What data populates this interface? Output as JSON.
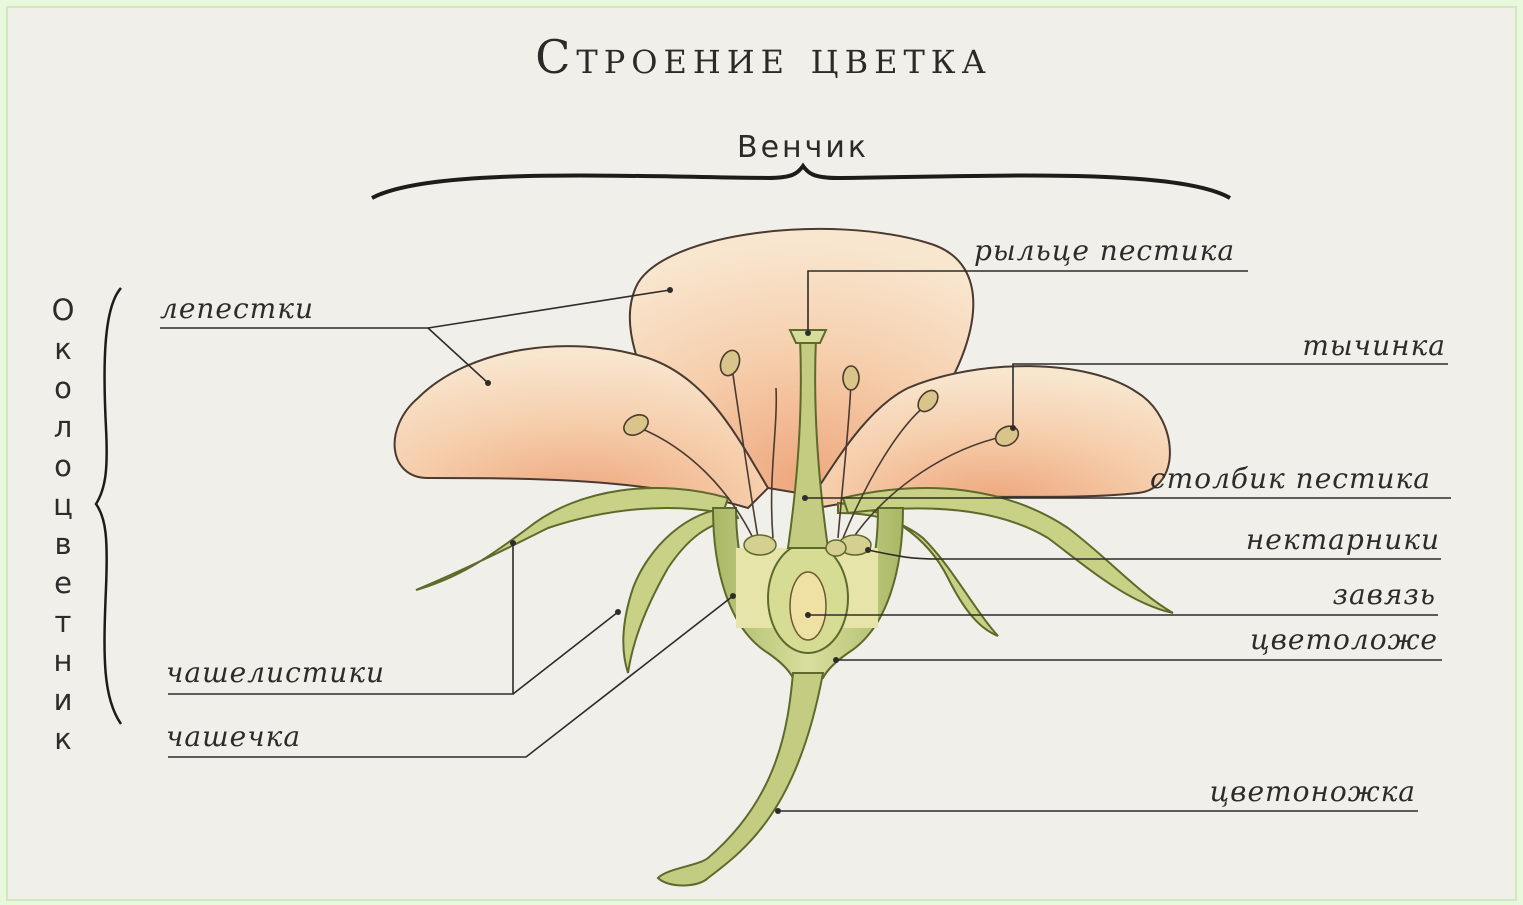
{
  "title": "Строение цветка",
  "corolla_label": "Венчик",
  "perianth_label": "Околоцветник",
  "labels": {
    "petals": "лепестки",
    "stigma": "рыльце пестика",
    "stamen": "тычинка",
    "style": "столбик пестика",
    "nectaries": "нектарники",
    "ovary": "завязь",
    "receptacle": "цветоложе",
    "sepals": "чашелистики",
    "calyx": "чашечка",
    "pedicel": "цветоножка"
  },
  "colors": {
    "background": "#f1efea",
    "frame": "#e8f8dc",
    "petal": "#f3c9a6",
    "green": "#b9c77a",
    "ink": "#2e2c2a"
  }
}
